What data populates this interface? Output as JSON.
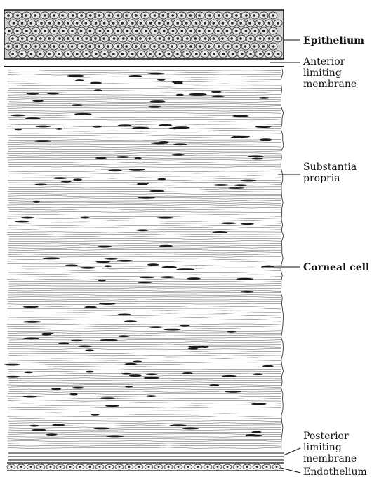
{
  "figure": {
    "labels": {
      "epithelium": [
        "Epithelium"
      ],
      "anterior_limiting_membrane": [
        "Anterior",
        "limiting",
        "membrane"
      ],
      "substantia_propria": [
        "Substantia",
        "propria"
      ],
      "corneal_cell": [
        "Corneal cell"
      ],
      "posterior_limiting_membrane": [
        "Posterior",
        "limiting",
        "membrane"
      ],
      "endothelium": [
        "Endothelium"
      ]
    },
    "colors": {
      "ink": "#111111",
      "paper": "#ffffff",
      "cell_fill": "#d9d9d9"
    }
  }
}
